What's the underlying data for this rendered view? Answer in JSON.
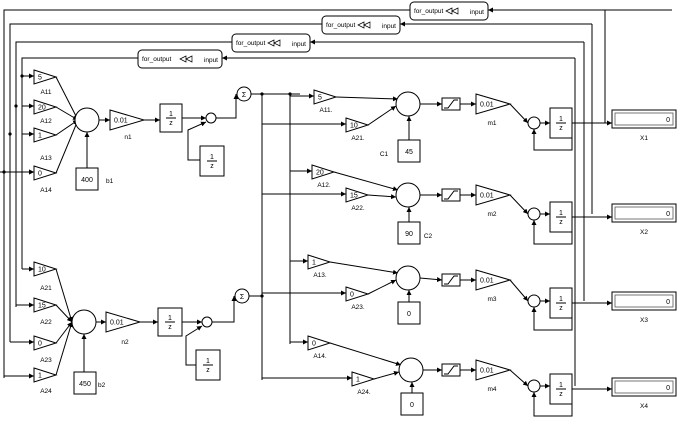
{
  "tags": [
    "for_output",
    "for_output",
    "for_output",
    "for_output"
  ],
  "input_label": "input",
  "gains_top": [
    {
      "value": "5",
      "label": "A11"
    },
    {
      "value": "20",
      "label": "A12"
    },
    {
      "value": "1",
      "label": "A13"
    },
    {
      "value": "0",
      "label": "A14"
    }
  ],
  "gains_bottom": [
    {
      "value": "10",
      "label": "A21"
    },
    {
      "value": "15",
      "label": "A22"
    },
    {
      "value": "0",
      "label": "A23"
    },
    {
      "value": "1",
      "label": "A24"
    }
  ],
  "bias_top": {
    "value": "400",
    "label": "b1"
  },
  "bias_bottom": {
    "value": "450",
    "label": "b2"
  },
  "n_top": {
    "value": "0.01",
    "label": "n1"
  },
  "n_bottom": {
    "value": "0.01",
    "label": "n2"
  },
  "integrator": {
    "num": "1",
    "den": "z"
  },
  "sigma": "Σ",
  "outputs": [
    {
      "gain_a": "5",
      "label_a": "A11.",
      "gain_b": "10",
      "label_b": "A21.",
      "const_value": "45",
      "const_label": "C1",
      "m_value": "0.01",
      "m_label": "m1",
      "display_value": "0",
      "display_label": "X1"
    },
    {
      "gain_a": "20",
      "label_a": "A12.",
      "gain_b": "15",
      "label_b": "A22.",
      "const_value": "90",
      "const_label": "C2",
      "m_value": "0.01",
      "m_label": "m2",
      "display_value": "0",
      "display_label": "X2"
    },
    {
      "gain_a": "1",
      "label_a": "A13.",
      "gain_b": "0",
      "label_b": "A23.",
      "const_value": "0",
      "const_label": "",
      "m_value": "0.01",
      "m_label": "m3",
      "display_value": "0",
      "display_label": "X3"
    },
    {
      "gain_a": "0",
      "label_a": "A14.",
      "gain_b": "1",
      "label_b": "A24.",
      "const_value": "0",
      "const_label": "",
      "m_value": "0.01",
      "m_label": "m4",
      "display_value": "0",
      "display_label": "X4"
    }
  ]
}
